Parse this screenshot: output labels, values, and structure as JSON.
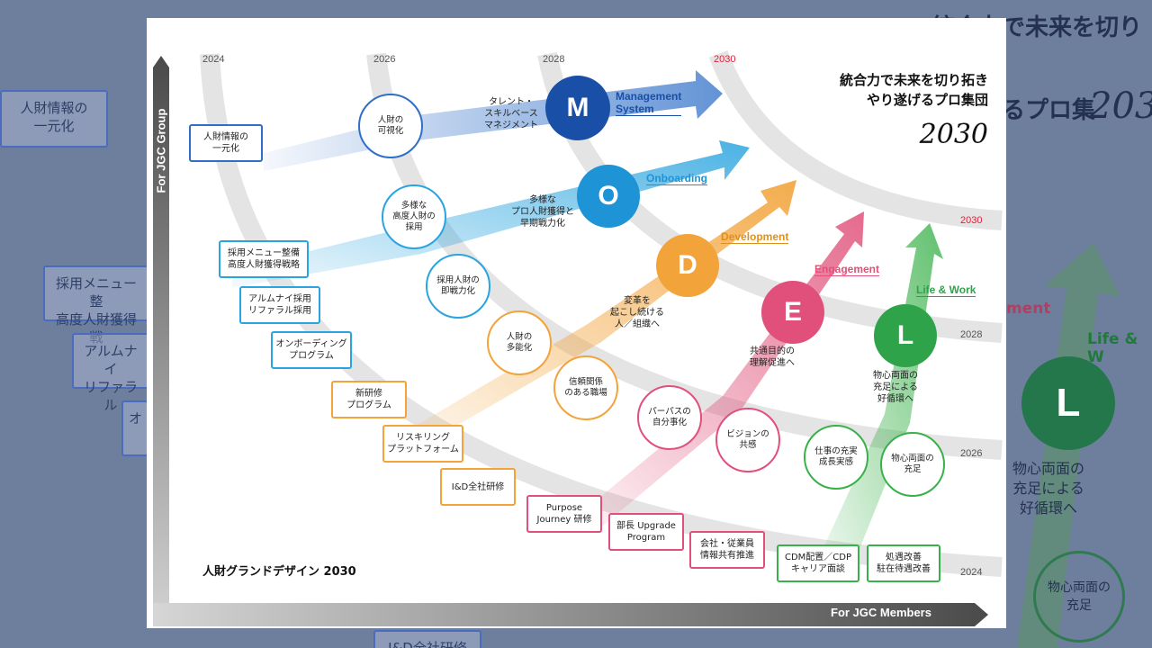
{
  "background": {
    "top_right_text": "統合力で未来を切り拓\nり遂げるプロ集",
    "top_right_year": "203",
    "left_box_1": "人財情報の\n一元化",
    "left_box_2": "採用メニュー整\n高度人財獲得戦",
    "left_box_3": "アルムナイ\nリファラル",
    "left_box_4": "オ",
    "bottom_box": "I&D全社研修",
    "label_engagement": "ment",
    "label_lifework": "Life & W",
    "circle_l": "L",
    "circle_l_text": "物心両面の\n充足による\n好循環へ",
    "circle_bottom": "物心両面の\n充足"
  },
  "card": {
    "headline": "統合力で未来を切り拓き\nやり遂げるプロ集団",
    "headline_year": "2030",
    "title": "人財グランドデザイン 2030",
    "axis_y_label": "For JGC Group",
    "axis_x_label": "For JGC Members",
    "years_top": [
      "2024",
      "2026",
      "2028",
      "2030"
    ],
    "years_right": [
      "2030",
      "2028",
      "2026",
      "2024"
    ],
    "pillars": [
      {
        "letter": "M",
        "label": "Management\nSystem",
        "color": "#1a4fa8",
        "text": "タレント・\nスキルベース\nマネジメント"
      },
      {
        "letter": "O",
        "label": "Onboarding",
        "color": "#1e93d6",
        "text": "多様な\nプロ人財獲得と\n早期戦力化"
      },
      {
        "letter": "D",
        "label": "Development",
        "color": "#f2a33a",
        "text": "変革を\n起こし続ける\n人／組織へ"
      },
      {
        "letter": "E",
        "label": "Engagement",
        "color": "#e0507a",
        "text": "共通目的の\n理解促進へ"
      },
      {
        "letter": "L",
        "label": "Life & Work",
        "color": "#2ea34a",
        "text": "物心両面の\n充足による\n好循環へ"
      }
    ],
    "boxes": [
      {
        "text": "人財情報の\n一元化",
        "color": "blue"
      },
      {
        "text": "採用メニュー整備\n高度人財獲得戦略",
        "color": "sky"
      },
      {
        "text": "アルムナイ採用\nリファラル採用",
        "color": "sky"
      },
      {
        "text": "オンボーディング\nプログラム",
        "color": "sky"
      },
      {
        "text": "新研修\nプログラム",
        "color": "orange"
      },
      {
        "text": "リスキリング\nプラットフォーム",
        "color": "orange"
      },
      {
        "text": "I&D全社研修",
        "color": "orange"
      },
      {
        "text": "Purpose\nJourney 研修",
        "color": "pink"
      },
      {
        "text": "部長 Upgrade\nProgram",
        "color": "pink"
      },
      {
        "text": "会社・従業員\n情報共有推進",
        "color": "pink"
      },
      {
        "text": "CDM配置／CDP\nキャリア面談",
        "color": "green"
      },
      {
        "text": "処遇改善\n駐在待遇改善",
        "color": "green"
      }
    ],
    "nodes": [
      {
        "text": "人財の\n可視化",
        "color": "blue"
      },
      {
        "text": "多様な\n高度人財の\n採用",
        "color": "sky"
      },
      {
        "text": "採用人財の\n即戦力化",
        "color": "sky"
      },
      {
        "text": "人財の\n多能化",
        "color": "orange"
      },
      {
        "text": "信頼関係\nのある職場",
        "color": "orange"
      },
      {
        "text": "パーパスの\n自分事化",
        "color": "pink"
      },
      {
        "text": "ビジョンの\n共感",
        "color": "pink"
      },
      {
        "text": "仕事の充実\n成長実感",
        "color": "green"
      },
      {
        "text": "物心両面の\n充足",
        "color": "green"
      }
    ]
  }
}
